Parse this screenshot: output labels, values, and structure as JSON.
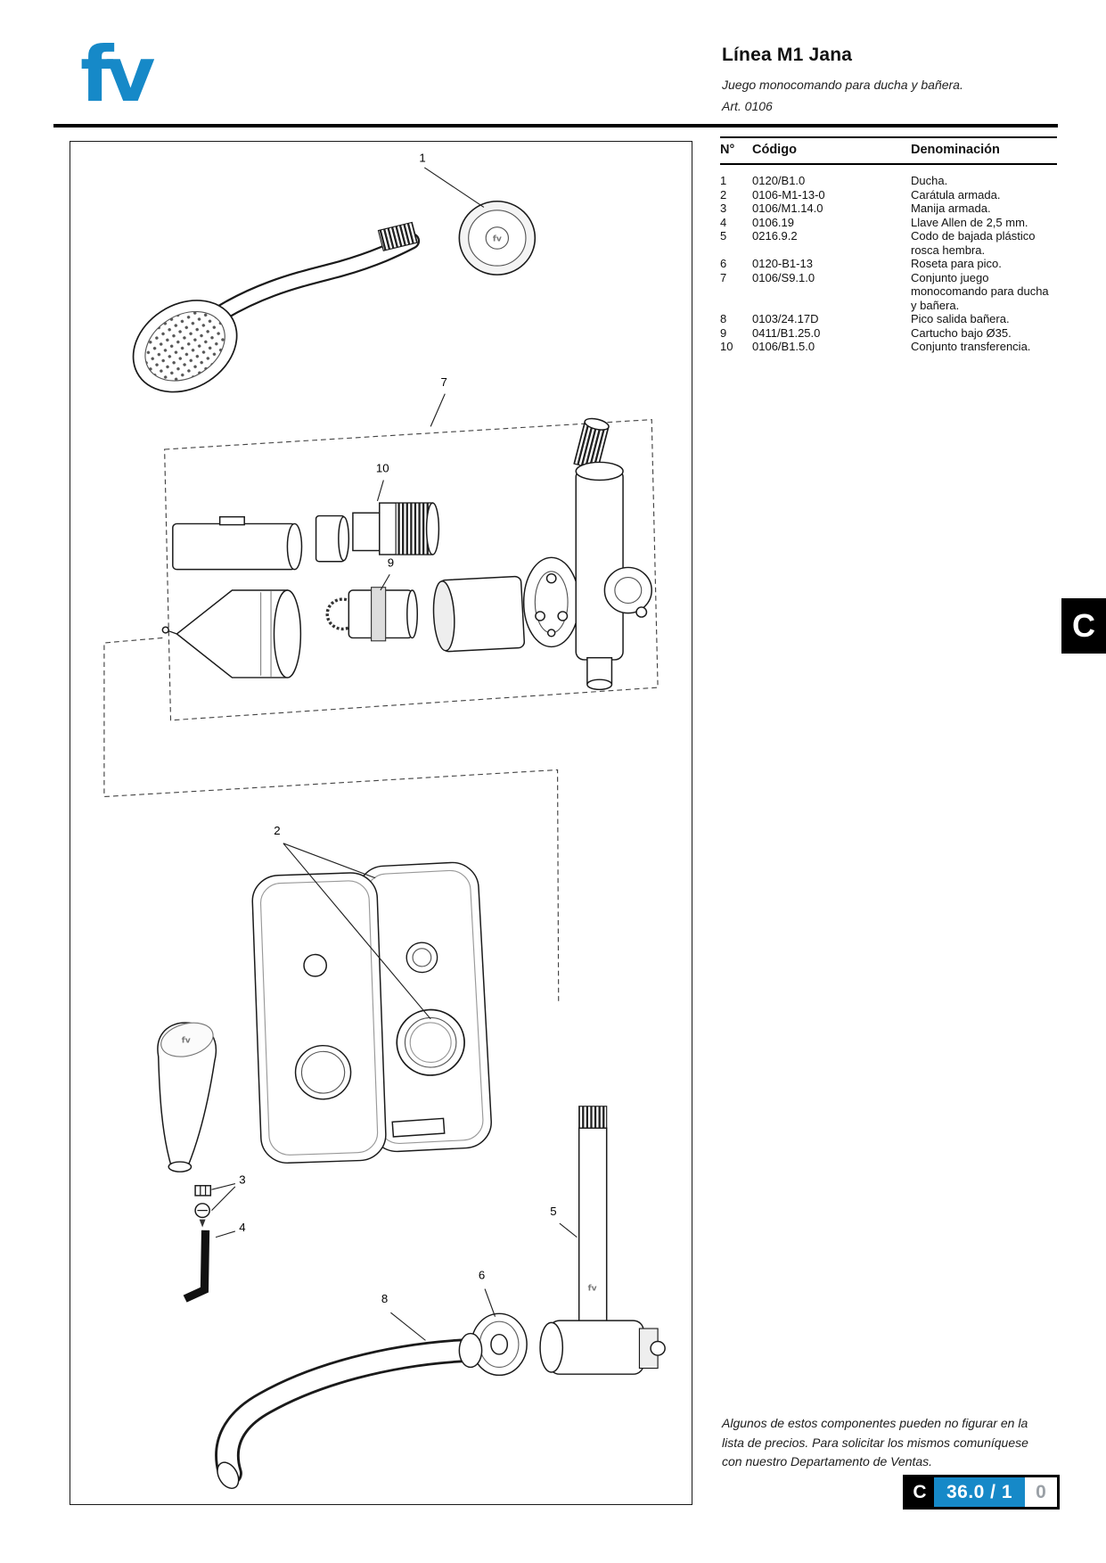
{
  "brand": {
    "logo_text": "fv",
    "blue": "#1689c8"
  },
  "header": {
    "title": "Línea M1 Jana",
    "subtitle": "Juego monocomando para ducha y bañera.",
    "article": "Art. 0106"
  },
  "parts_table": {
    "col_num": "N°",
    "col_code": "Código",
    "col_name": "Denominación",
    "rows": [
      {
        "num": "1",
        "code": "0120/B1.0",
        "name": "Ducha."
      },
      {
        "num": "2",
        "code": "0106-M1-13-0",
        "name": "Carátula armada."
      },
      {
        "num": "3",
        "code": "0106/M1.14.0",
        "name": "Manija armada."
      },
      {
        "num": "4",
        "code": "0106.19",
        "name": "Llave Allen de 2,5 mm."
      },
      {
        "num": "5",
        "code": "0216.9.2",
        "name": "Codo de bajada plástico rosca hembra."
      },
      {
        "num": "6",
        "code": "0120-B1-13",
        "name": "Roseta para pico."
      },
      {
        "num": "7",
        "code": "0106/S9.1.0",
        "name": "Conjunto juego monocomando para ducha y bañera."
      },
      {
        "num": "8",
        "code": "0103/24.17D",
        "name": "Pico salida bañera."
      },
      {
        "num": "9",
        "code": "0411/B1.25.0",
        "name": "Cartucho bajo Ø35."
      },
      {
        "num": "10",
        "code": "0106/B1.5.0",
        "name": "Conjunto transferencia."
      }
    ]
  },
  "diagram": {
    "callouts": {
      "c1": "1",
      "c2": "2",
      "c3": "3",
      "c4": "4",
      "c5": "5",
      "c6": "6",
      "c7": "7",
      "c8": "8",
      "c9": "9",
      "c10": "10"
    }
  },
  "section_tab": {
    "letter": "C"
  },
  "footnote": {
    "line1": "Algunos de estos componentes pueden no figurar en la",
    "line2": "lista de precios. Para solicitar los mismos comuníquese",
    "line3": "con nuestro Departamento de Ventas."
  },
  "page_badge": {
    "section": "C",
    "page": "36.0 / 1",
    "revision": "0"
  }
}
